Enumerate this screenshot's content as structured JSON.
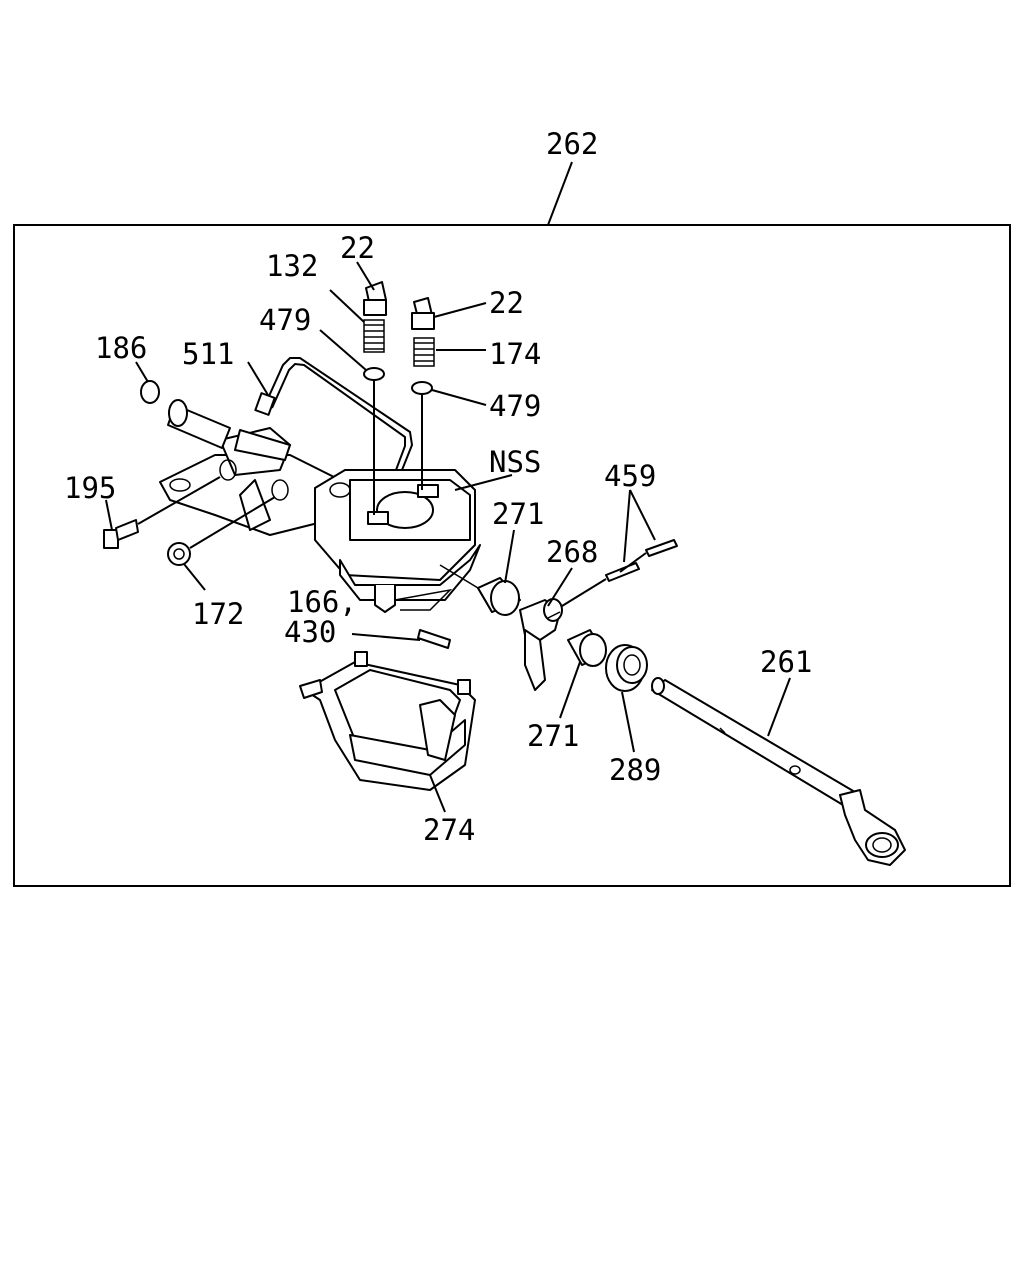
{
  "labels": {
    "p262": "262",
    "p22a": "22",
    "p132": "132",
    "p22b": "22",
    "p479a": "479",
    "p174": "174",
    "p186": "186",
    "p511": "511",
    "p479b": "479",
    "pNSS": "NSS",
    "p459": "459",
    "p195": "195",
    "p271a": "271",
    "p268": "268",
    "p166": "166,",
    "p430": "430",
    "p172": "172",
    "p261": "261",
    "p271b": "271",
    "p289": "289",
    "p274": "274"
  }
}
